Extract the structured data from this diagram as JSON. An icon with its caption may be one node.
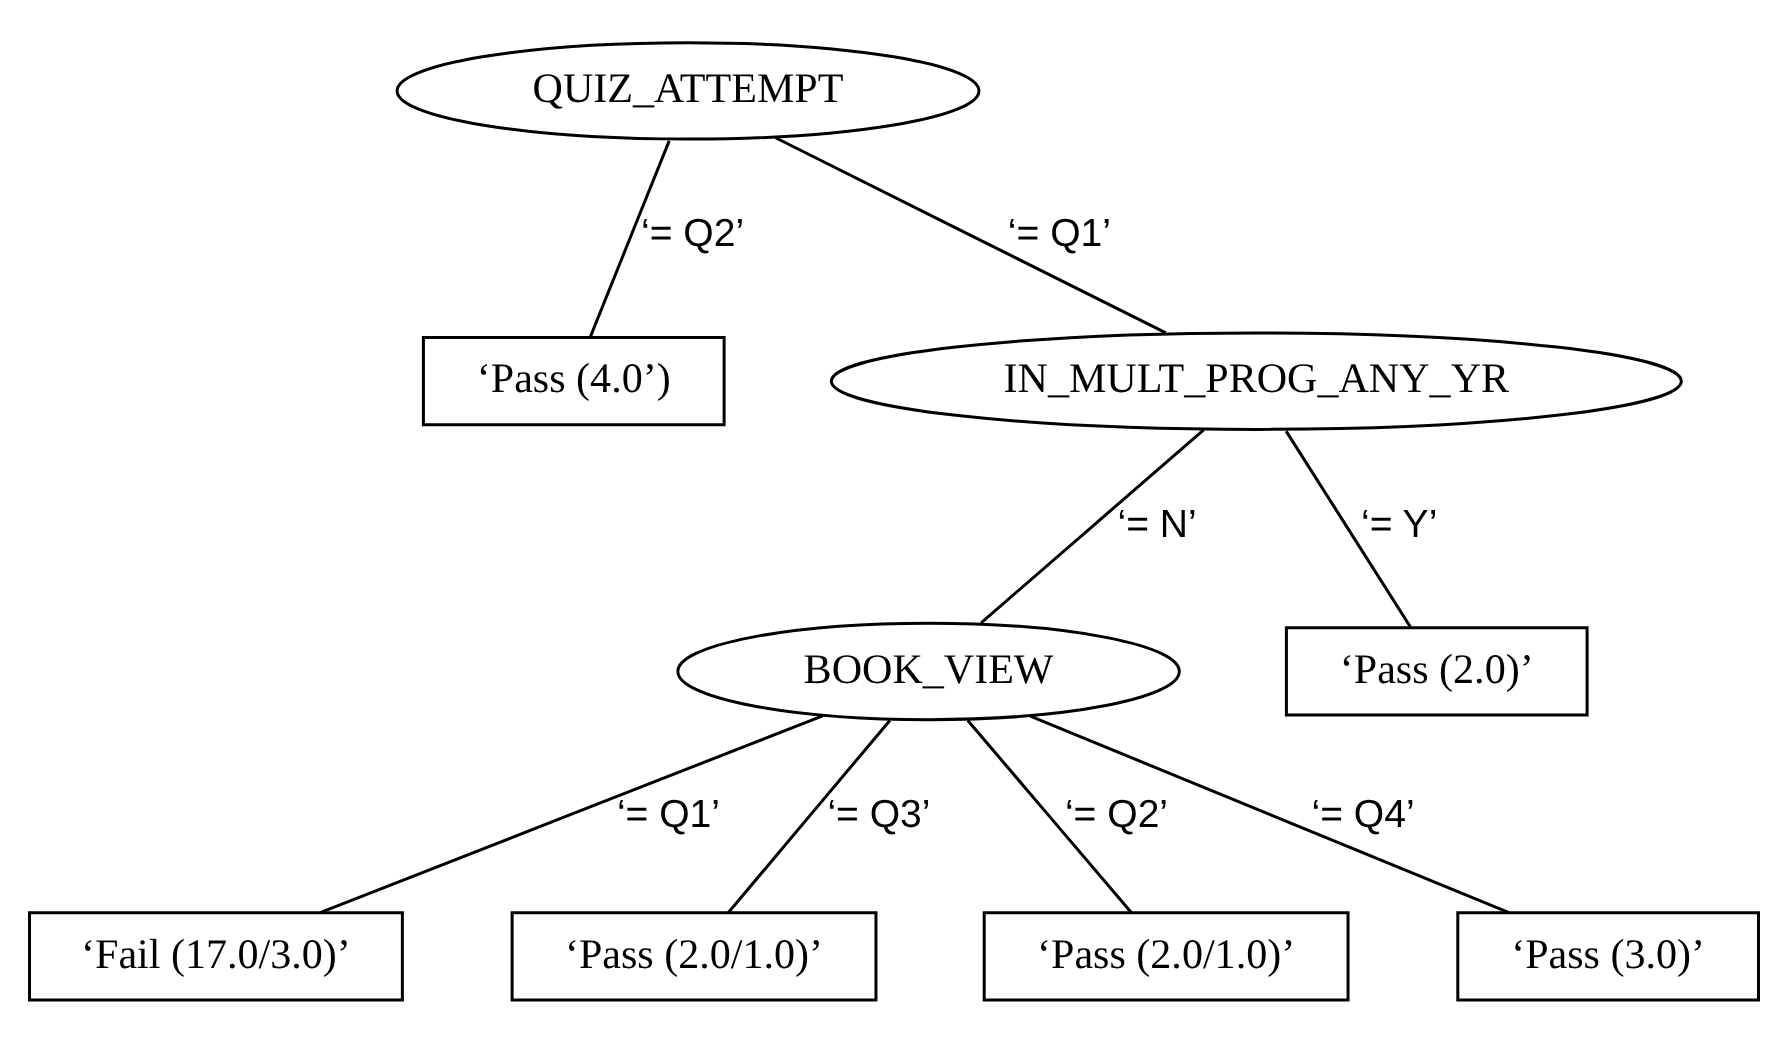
{
  "diagram": {
    "nodes": [
      {
        "text": [
          "QUIZ_ATTEMPT"
        ]
      },
      {
        "text": [
          "‘Pass (4.0’)"
        ]
      },
      {
        "text": [
          "IN_MULT_PROG_ANY_YR"
        ]
      },
      {
        "text": [
          "BOOK_VIEW"
        ]
      },
      {
        "text": [
          "‘Pass (2.0)’"
        ]
      },
      {
        "text": [
          "‘Fail (17.0/3.0)’"
        ]
      },
      {
        "text": [
          "‘Pass (2.0/1.0)’"
        ]
      },
      {
        "text": [
          "‘Pass (2.0/1.0)’"
        ]
      },
      {
        "text": [
          "‘Pass (3.0)’"
        ]
      }
    ],
    "edges": [
      {
        "from": 0,
        "to": 1,
        "arrow": "none",
        "label": "‘= Q2’"
      },
      {
        "from": 0,
        "to": 2,
        "arrow": "none",
        "label": "‘= Q1’"
      },
      {
        "from": 2,
        "to": 3,
        "arrow": "none",
        "label": "‘= N’"
      },
      {
        "from": 2,
        "to": 4,
        "arrow": "none",
        "label": "‘= Y’"
      },
      {
        "from": 3,
        "to": 5,
        "arrow": "none",
        "label": "‘= Q1’"
      },
      {
        "from": 3,
        "to": 6,
        "arrow": "none",
        "label": "‘= Q3’"
      },
      {
        "from": 3,
        "to": 7,
        "arrow": "none",
        "label": "‘= Q2’"
      },
      {
        "from": 3,
        "to": 8,
        "arrow": "none",
        "label": "‘= Q4’"
      }
    ]
  }
}
